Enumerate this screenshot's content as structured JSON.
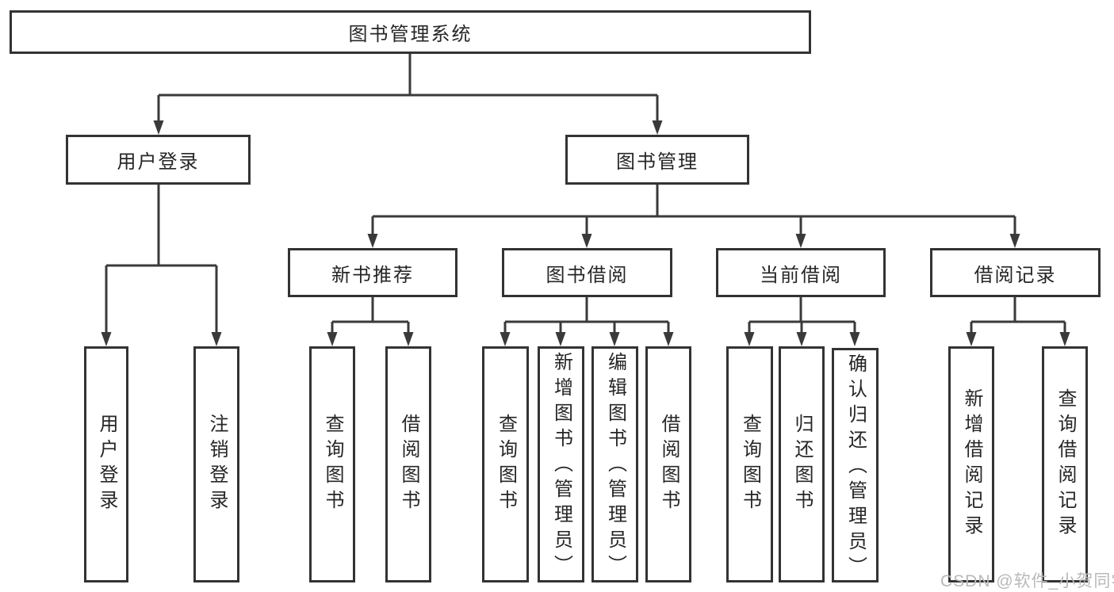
{
  "diagram_title": "图书管理系统",
  "tree": {
    "root": {
      "label": "图书管理系统"
    },
    "branches": [
      {
        "label": "用户登录",
        "children": [
          {
            "label": "用户登录"
          },
          {
            "label": "注销登录"
          }
        ]
      },
      {
        "label": "图书管理",
        "children": [
          {
            "label": "新书推荐",
            "children": [
              {
                "label": "查询图书"
              },
              {
                "label": "借阅图书"
              }
            ]
          },
          {
            "label": "图书借阅",
            "children": [
              {
                "label": "查询图书"
              },
              {
                "label": "新增图书（管理员）"
              },
              {
                "label": "编辑图书（管理员）"
              },
              {
                "label": "借阅图书"
              }
            ]
          },
          {
            "label": "当前借阅",
            "children": [
              {
                "label": "查询图书"
              },
              {
                "label": "归还图书"
              },
              {
                "label": "确认归还（管理员）"
              }
            ]
          },
          {
            "label": "借阅记录",
            "children": [
              {
                "label": "新增借阅记录"
              },
              {
                "label": "查询借阅记录"
              }
            ]
          }
        ]
      }
    ]
  },
  "watermark": {
    "text": "CSDN @软件_小贺同学"
  },
  "colors": {
    "line": "#3a3a3a",
    "border": "#333333",
    "text": "#262626",
    "background": "#ffffff",
    "watermark": "#b9b9b9"
  }
}
